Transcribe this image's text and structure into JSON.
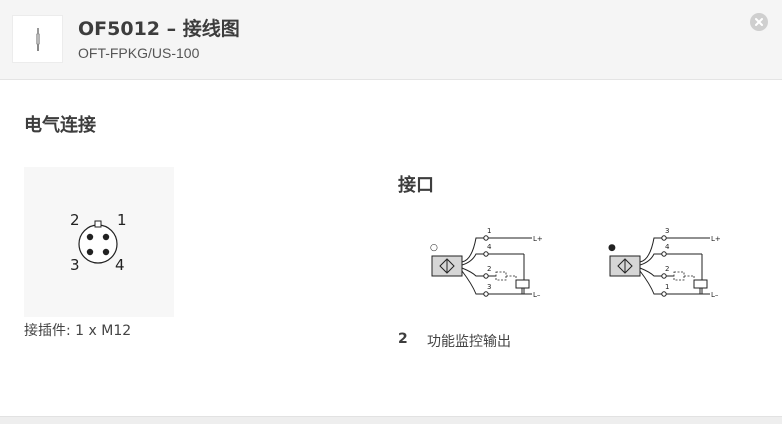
{
  "header": {
    "title": "OF5012 – 接线图",
    "subtitle": "OFT-FPKG/US-100",
    "thumbnail_icon": "sensor-thumbnail-icon",
    "close_icon": "close-icon"
  },
  "section": {
    "title": "电气连接"
  },
  "connector": {
    "pins": [
      "1",
      "2",
      "3",
      "4"
    ],
    "caption": "接插件: 1 x M12"
  },
  "interface": {
    "title": "接口",
    "diagram_1": {
      "marker": "○",
      "pins": [
        "1",
        "4",
        "2",
        "3"
      ],
      "l_plus": "L+",
      "l_minus": "L–"
    },
    "diagram_2": {
      "marker": "●",
      "pins": [
        "3",
        "4",
        "2",
        "1"
      ],
      "l_plus": "L+",
      "l_minus": "L–"
    },
    "legend": {
      "number": "2",
      "text": "功能监控输出"
    }
  },
  "colors": {
    "header_bg": "#f5f5f5",
    "text_dark": "#3d3d3d",
    "close_button": "#cfcfcf",
    "connector_bg": "#f7f7f7"
  }
}
